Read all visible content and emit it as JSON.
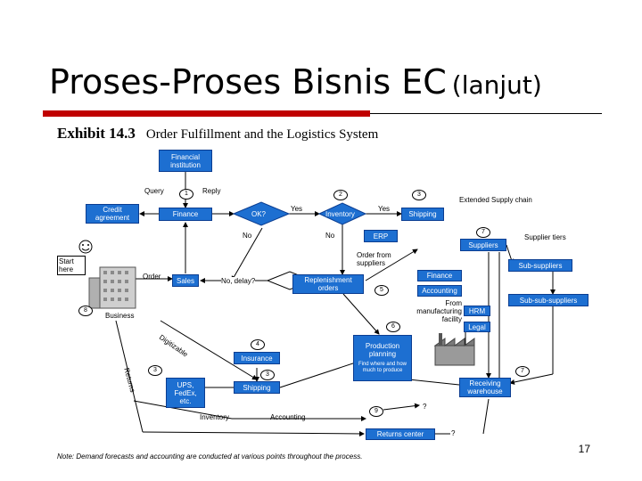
{
  "slide": {
    "title": "Proses-Proses Bisnis EC",
    "title_suffix": "(lanjut)",
    "page_number": "17",
    "accent_color": "#c00000"
  },
  "exhibit": {
    "number": "Exhibit 14.3",
    "heading": "Order Fulfillment and the Logistics System",
    "note": "Note: Demand forecasts and accounting are conducted at various points throughout the process.",
    "box_color": "#1d6fd1"
  },
  "boxes": {
    "financial_institution": "Financial institution",
    "credit_agreement": "Credit agreement",
    "finance_main": "Finance",
    "ok": "OK?",
    "inventory": "Inventory",
    "shipping_top": "Shipping",
    "erp": "ERP",
    "suppliers": "Suppliers",
    "sub_suppliers": "Sub-suppliers",
    "sub_sub_suppliers": "Sub-sub-suppliers",
    "finance_right": "Finance",
    "accounting_right": "Accounting",
    "hrm": "HRM",
    "legal": "Legal",
    "sales": "Sales",
    "replenishment_orders": "Replenishment orders",
    "production_planning": "Production planning",
    "production_detail": "Find where and how much to produce",
    "insurance": "Insurance",
    "shipping_bottom": "Shipping",
    "ups": "UPS, FedEx, etc.",
    "receiving_warehouse": "Receiving warehouse",
    "returns_center": "Returns center"
  },
  "labels": {
    "query": "Query",
    "reply": "Reply",
    "yes1": "Yes",
    "yes2": "Yes",
    "no1": "No",
    "no2": "No",
    "extended_supply_chain": "Extended Supply chain",
    "supplier_tiers": "Supplier tiers",
    "order_from_suppliers": "Order from suppliers",
    "from_manufacturing": "From manufacturing facility",
    "start_here": "Start here",
    "order": "Order",
    "no_delay": "No, delay?",
    "business": "Business",
    "digitizable": "Digitizable",
    "returns": "Returns",
    "inventory_bottom": "Inventory",
    "accounting_bottom": "Accounting",
    "q1": "?",
    "q2": "?"
  },
  "steps": {
    "s1": "1",
    "s2": "2",
    "s3": "3",
    "s4": "4",
    "s5": "5",
    "s6": "6",
    "s7a": "7",
    "s7b": "7",
    "s8": "8",
    "s3b": "3",
    "s3c": "3",
    "s9": "9"
  }
}
